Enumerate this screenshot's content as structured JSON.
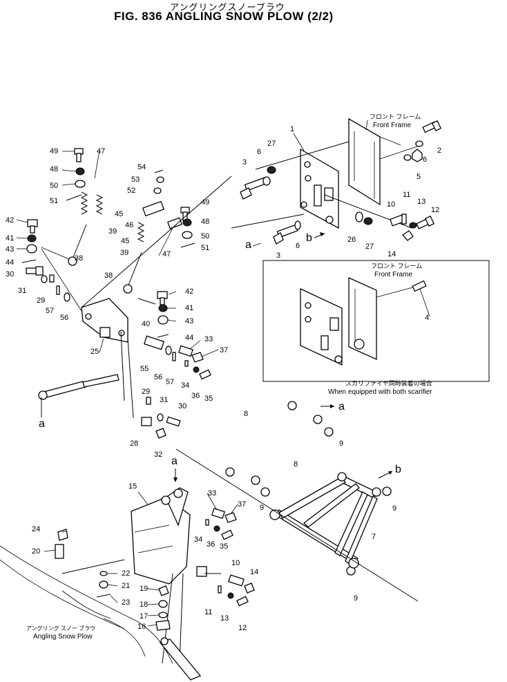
{
  "header": {
    "title_jp": "アングリングスノーブラウ",
    "title": "FIG. 836  ANGLING SNOW PLOW (2/2)"
  },
  "labels": {
    "front_frame_jp": "フロント フレーム",
    "front_frame": "Front Frame",
    "front_frame_jp_inset": "フロント フレーム",
    "front_frame_inset": "Front Frame",
    "scarifier_jp": "スカリファイヤ同時装着の場合",
    "scarifier": "When equipped with both scarifier",
    "plow_jp": "アングリング スノー ブラウ",
    "plow": "Angling Snow Plow"
  },
  "refs": {
    "a": "a",
    "b": "b"
  },
  "callouts": [
    "1",
    "2",
    "3",
    "4",
    "5",
    "6",
    "7",
    "8",
    "9",
    "10",
    "11",
    "12",
    "13",
    "14",
    "15",
    "16",
    "17",
    "18",
    "19",
    "20",
    "21",
    "22",
    "23",
    "24",
    "25",
    "26",
    "27",
    "28",
    "29",
    "30",
    "31",
    "32",
    "33",
    "34",
    "35",
    "36",
    "37",
    "38",
    "39",
    "40",
    "41",
    "42",
    "43",
    "44",
    "45",
    "46",
    "47",
    "48",
    "49",
    "50",
    "51",
    "52",
    "53",
    "54",
    "55",
    "56",
    "57"
  ]
}
